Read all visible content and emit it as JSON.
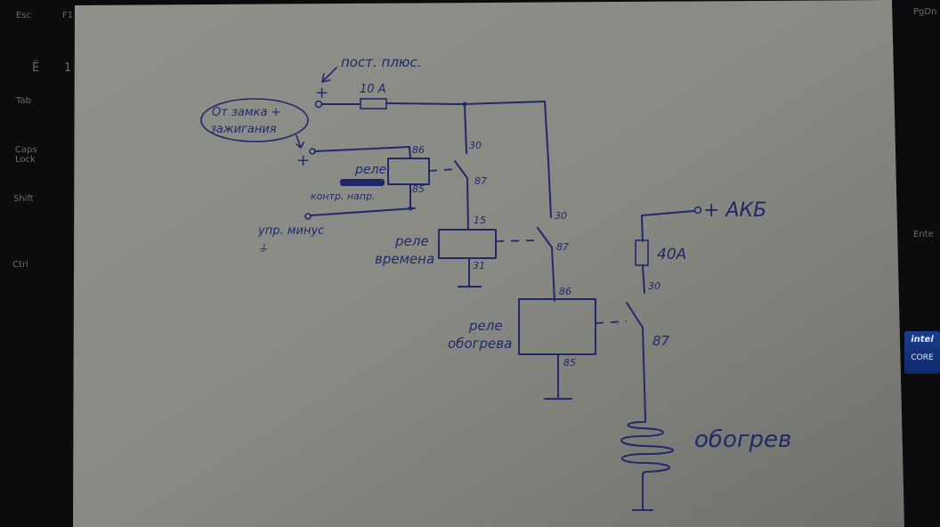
{
  "keyboard": {
    "left_keys": [
      "Esc",
      "F1",
      "Ё",
      "1",
      "Tab",
      "Caps Lock",
      "Shift",
      "Ctrl"
    ],
    "right_keys": [
      "PgDn",
      "Ente"
    ],
    "badge": {
      "brand": "intel",
      "label": "CORE"
    }
  },
  "diagram": {
    "title_note": "пост. плюс.",
    "ignition_note": "От замка + зажигания",
    "plus_label": "+",
    "fuse_small": "10 A",
    "fuse_large": "40A",
    "battery_label": "+ АКБ",
    "control_minus": "упр. минус",
    "relay_voltage": {
      "label": "реле",
      "sublabel": "контр. напр.",
      "pins": {
        "coil_top": "86",
        "coil_bottom": "85",
        "common": "30",
        "contact": "87"
      }
    },
    "relay_time": {
      "label_line1": "реле",
      "label_line2": "времена",
      "pins": {
        "coil_top": "15",
        "coil_bottom": "31",
        "common": "30",
        "contact": "87"
      }
    },
    "relay_heat": {
      "label_line1": "реле",
      "label_line2": "обогрева",
      "pins": {
        "coil_top": "86",
        "coil_bottom": "85",
        "common": "30",
        "contact": "87"
      }
    },
    "heater_label": "обогрев"
  },
  "colors": {
    "paper": "#8a8b85",
    "ink": "#22296b",
    "background": "#0b0b0d"
  }
}
